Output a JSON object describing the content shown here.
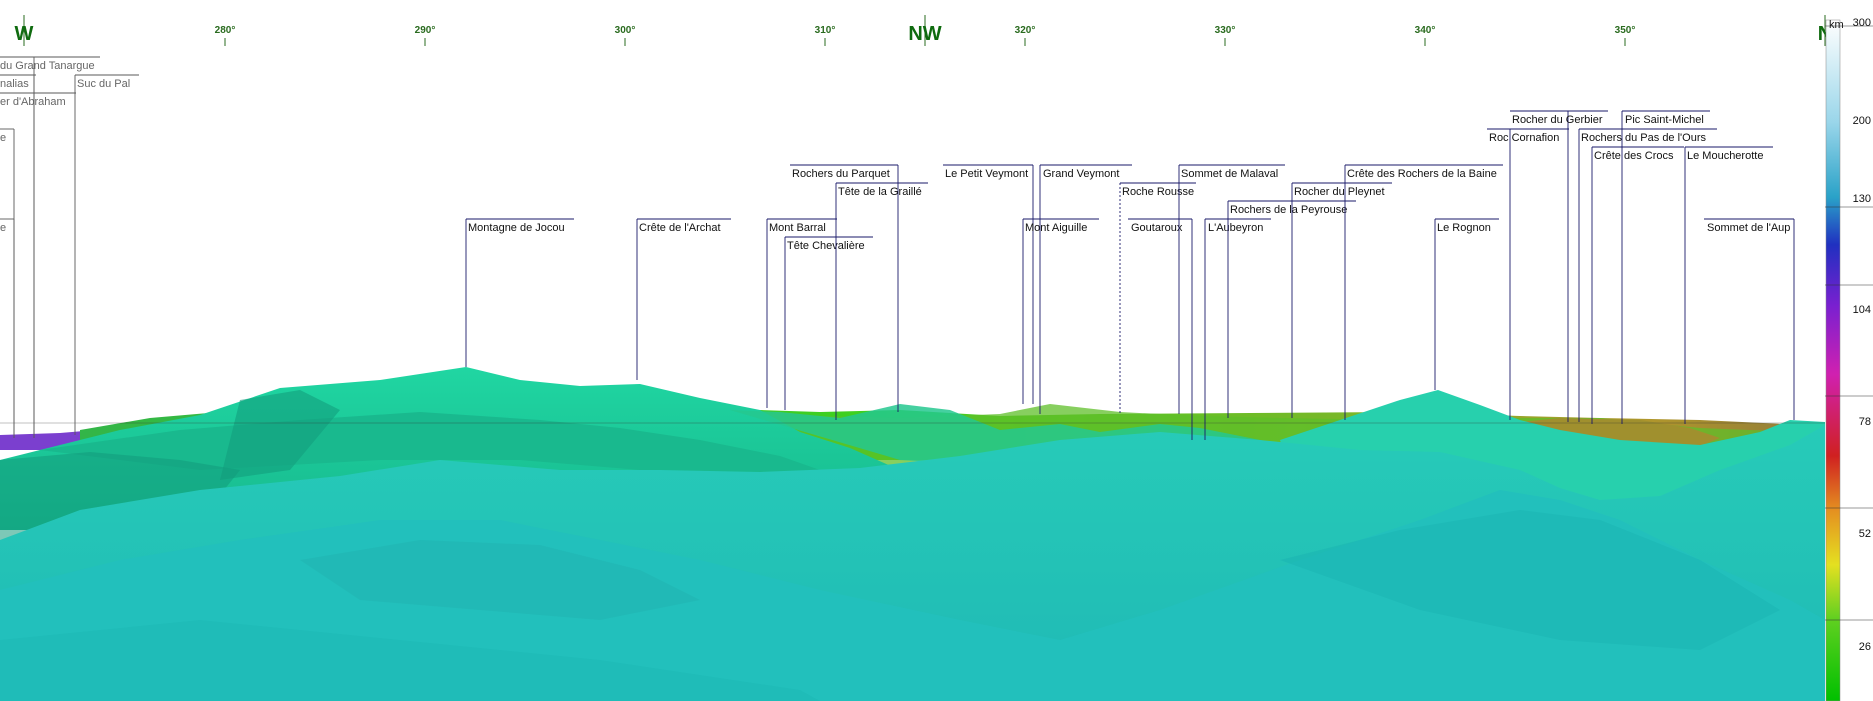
{
  "compass": {
    "degree_ticks": [
      {
        "label": "280°"
      },
      {
        "label": "290°"
      },
      {
        "label": "300°"
      },
      {
        "label": "310°"
      },
      {
        "label": "320°"
      },
      {
        "label": "330°"
      },
      {
        "label": "340°"
      },
      {
        "label": "350°"
      }
    ],
    "cardinals": [
      {
        "label": "W"
      },
      {
        "label": "NW"
      },
      {
        "label": "N"
      }
    ]
  },
  "peaks": [
    {
      "name": "du Grand Tanargue",
      "grey": true
    },
    {
      "name": "nalias",
      "grey": true
    },
    {
      "name": "Suc du Pal",
      "grey": true
    },
    {
      "name": "er d'Abraham",
      "grey": true
    },
    {
      "name": "e",
      "grey": true
    },
    {
      "name": "e",
      "grey": true
    },
    {
      "name": "Montagne de Jocou"
    },
    {
      "name": "Crête de l'Archat"
    },
    {
      "name": "Mont Barral"
    },
    {
      "name": "Tête Chevalière"
    },
    {
      "name": "Rochers du Parquet"
    },
    {
      "name": "Tête de la Graillé"
    },
    {
      "name": "Le Petit Veymont"
    },
    {
      "name": "Grand Veymont"
    },
    {
      "name": "Mont Aiguille"
    },
    {
      "name": "Roche Rousse"
    },
    {
      "name": "Goutaroux"
    },
    {
      "name": "Sommet de Malaval"
    },
    {
      "name": "L'Aubeyron"
    },
    {
      "name": "Rochers de la Peyrouse"
    },
    {
      "name": "Rocher du Pleynet"
    },
    {
      "name": "Crête des Rochers de la Baine"
    },
    {
      "name": "Le Rognon"
    },
    {
      "name": "Roc Cornafion"
    },
    {
      "name": "Rocher du Gerbier"
    },
    {
      "name": "Rochers du Pas de l'Ours"
    },
    {
      "name": "Crête des Crocs"
    },
    {
      "name": "Pic Saint-Michel"
    },
    {
      "name": "Le Moucherotte"
    },
    {
      "name": "Sommet de l'Aup"
    }
  ],
  "distance_scale": {
    "unit": "km",
    "ticks": [
      "300",
      "200",
      "130",
      "104",
      "78",
      "52",
      "26"
    ],
    "colors": [
      "#ffffff",
      "#8fd0e8",
      "#2a9fc7",
      "#1f3fc0",
      "#8a1fd0",
      "#d01fb0",
      "#d01f1f",
      "#e0a020",
      "#e0e020",
      "#30d030",
      "#00c000"
    ]
  },
  "terrain_colors": {
    "near": "#22c4bd",
    "mid": "#1fcf9a",
    "far_green": "#39c41f",
    "far_olive": "#a9a12a",
    "horizon_violet": "#8a2fd0"
  }
}
